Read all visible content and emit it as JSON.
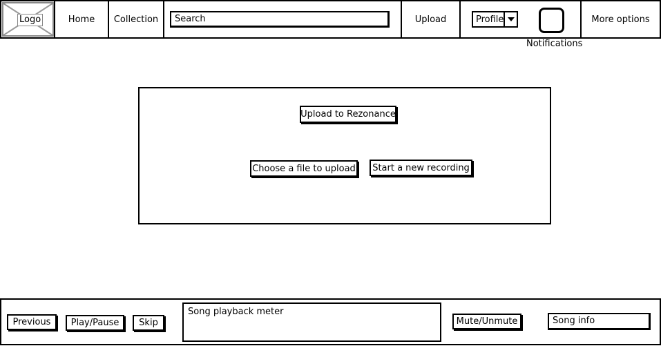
{
  "navbar": {
    "logo_label": "Logo",
    "home_label": "Home",
    "collection_label": "Collection",
    "search": {
      "placeholder": "Search",
      "value": ""
    },
    "upload_label": "Upload",
    "profile": {
      "selected": "Profile"
    },
    "notifications_label": "Notifications",
    "more_options_label": "More options"
  },
  "upload_panel": {
    "title": "Upload to Rezonance",
    "choose_file_label": "Choose a file to upload",
    "new_recording_label": "Start a new recording"
  },
  "player": {
    "previous_label": "Previous",
    "play_pause_label": "Play/Pause",
    "skip_label": "Skip",
    "meter_label": "Song playback meter",
    "mute_label": "Mute/Unmute",
    "song_info_label": "Song info"
  }
}
